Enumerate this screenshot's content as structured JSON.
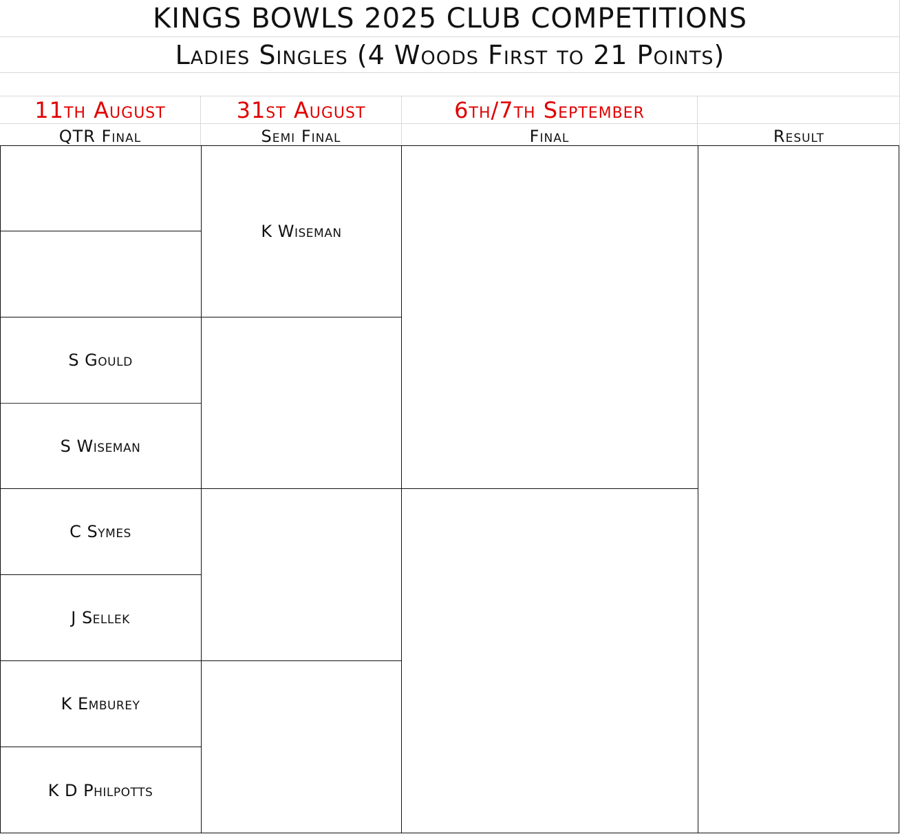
{
  "title": "KINGS BOWLS 2025 CLUB COMPETITIONS",
  "subtitle": "Ladies Singles (4 Woods First to 21 Points)",
  "dates": [
    "11th August",
    "31st August",
    "6th/7th September",
    ""
  ],
  "columns": [
    "QTR Final",
    "Semi Final",
    "Final",
    "Result"
  ],
  "quarter_final": [
    "",
    "",
    "S Gould",
    "S Wiseman",
    "C Symes",
    "J Sellek",
    "K Emburey",
    "K D Philpotts"
  ],
  "semi_final": [
    "K Wiseman",
    "",
    "",
    ""
  ],
  "final": [
    "",
    ""
  ],
  "result": ""
}
